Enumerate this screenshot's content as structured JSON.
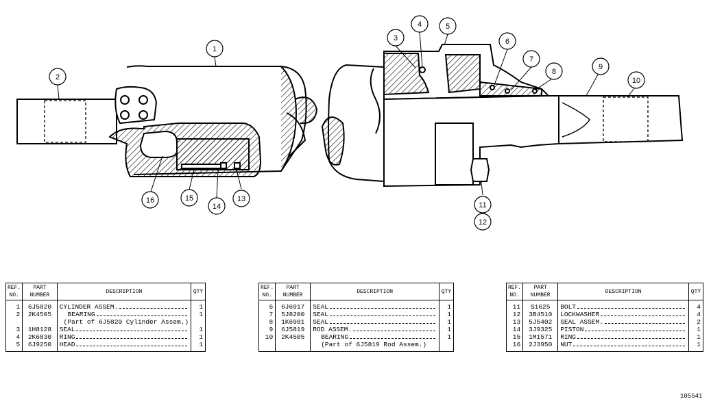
{
  "callouts": [
    "1",
    "2",
    "3",
    "4",
    "5",
    "6",
    "7",
    "8",
    "9",
    "10",
    "11",
    "12",
    "13",
    "14",
    "15",
    "16"
  ],
  "table_headers": {
    "ref_no_1": "REF.",
    "ref_no_2": "NO.",
    "part_number_1": "PART",
    "part_number_2": "NUMBER",
    "description": "DESCRIPTION",
    "qty": "QTY"
  },
  "tables": [
    {
      "rows": [
        {
          "ref": "1",
          "part": "6J5820",
          "desc": "CYLINDER ASSEM.",
          "qty": "1"
        },
        {
          "ref": "2",
          "part": "2K4505",
          "desc": "BEARING",
          "qty": "1"
        },
        {
          "ref": "",
          "part": "",
          "desc": "(Part of 6J5820 Cylinder Assem.)",
          "qty": ""
        },
        {
          "ref": "3",
          "part": "1H8128",
          "desc": "SEAL",
          "qty": "1"
        },
        {
          "ref": "4",
          "part": "2K6830",
          "desc": "RING",
          "qty": "1"
        },
        {
          "ref": "5",
          "part": "6J9250",
          "desc": "HEAD",
          "qty": "1"
        }
      ]
    },
    {
      "rows": [
        {
          "ref": "6",
          "part": "6J6917",
          "desc": "SEAL",
          "qty": "1"
        },
        {
          "ref": "7",
          "part": "5J8200",
          "desc": "SEAL",
          "qty": "1"
        },
        {
          "ref": "8",
          "part": "1K6981",
          "desc": "SEAL",
          "qty": "1"
        },
        {
          "ref": "9",
          "part": "6J5819",
          "desc": "ROD ASSEM.",
          "qty": "1"
        },
        {
          "ref": "10",
          "part": "2K4505",
          "desc": "BEARING",
          "qty": "1"
        },
        {
          "ref": "",
          "part": "",
          "desc": "(Part of 6J5819 Rod Assem.)",
          "qty": ""
        }
      ]
    },
    {
      "rows": [
        {
          "ref": "11",
          "part": "S1625",
          "desc": "BOLT",
          "qty": "4"
        },
        {
          "ref": "12",
          "part": "3B4510",
          "desc": "LOCKWASHER",
          "qty": "4"
        },
        {
          "ref": "13",
          "part": "5J5402",
          "desc": "SEAL ASSEM.",
          "qty": "2"
        },
        {
          "ref": "14",
          "part": "3J9325",
          "desc": "PISTON",
          "qty": "1"
        },
        {
          "ref": "15",
          "part": "1M1571",
          "desc": "RING",
          "qty": "1"
        },
        {
          "ref": "16",
          "part": "2J3950",
          "desc": "NUT",
          "qty": "1"
        }
      ]
    }
  ],
  "doc_number": "105541"
}
